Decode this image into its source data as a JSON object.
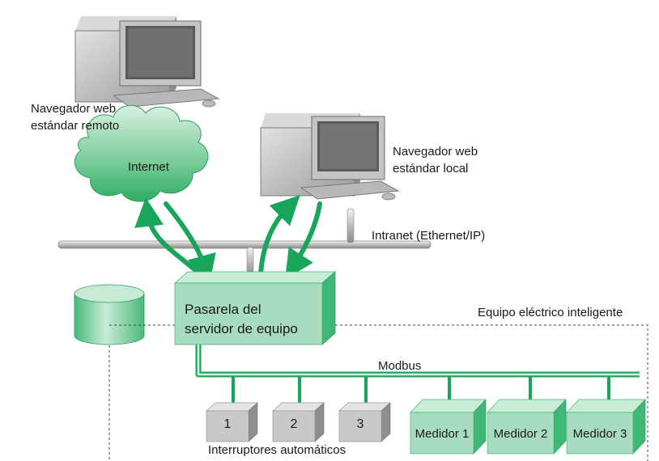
{
  "labels": {
    "remote_browser_line1": "Navegador web",
    "remote_browser_line2": "estándar remoto",
    "local_browser_line1": "Navegador web",
    "local_browser_line2": "estándar local",
    "internet": "Internet",
    "intranet": "Intranet (Ethernet/IP)",
    "gateway_line1": "Pasarela del",
    "gateway_line2": "servidor de equipo",
    "smart_equipment": "Equipo eléctrico inteligente",
    "modbus": "Modbus",
    "breakers_caption": "Interruptores automáticos"
  },
  "breakers": [
    {
      "label": "1"
    },
    {
      "label": "2"
    },
    {
      "label": "3"
    }
  ],
  "meters": [
    {
      "label": "Medidor 1"
    },
    {
      "label": "Medidor 2"
    },
    {
      "label": "Medidor 3"
    }
  ],
  "colors": {
    "network_green": "#1aa65a",
    "box_green": "#a8dcc0",
    "box_green_side": "#3fb877",
    "breaker_grey": "#c9c9c9",
    "bus_grey": "#9a9a9a"
  }
}
